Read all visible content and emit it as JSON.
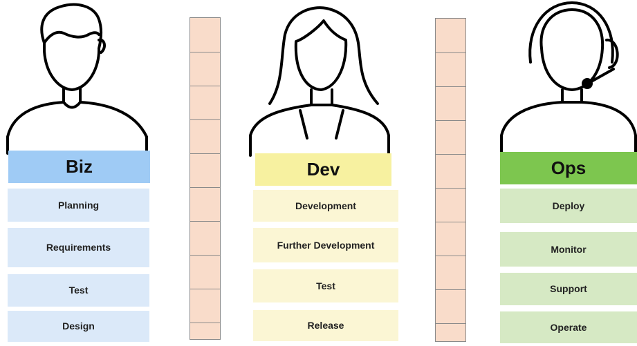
{
  "roles": [
    {
      "id": "biz",
      "title": "Biz",
      "bar_color": "#9fcbf5",
      "task_color": "#dbe9f9",
      "icon": "man-icon",
      "tasks": [
        "Planning",
        "Requirements",
        "Test",
        "Design"
      ]
    },
    {
      "id": "dev",
      "title": "Dev",
      "bar_color": "#f7f1a0",
      "task_color": "#fbf6d4",
      "icon": "woman-icon",
      "tasks": [
        "Development",
        "Further Development",
        "Test",
        "Release"
      ]
    },
    {
      "id": "ops",
      "title": "Ops",
      "bar_color": "#7dc64f",
      "task_color": "#d6e9c4",
      "icon": "headset-operator-icon",
      "tasks": [
        "Deploy",
        "Monitor",
        "Support",
        "Operate"
      ]
    }
  ],
  "wall_color": "#f9dcca",
  "wall_icon": "brick-wall-icon"
}
